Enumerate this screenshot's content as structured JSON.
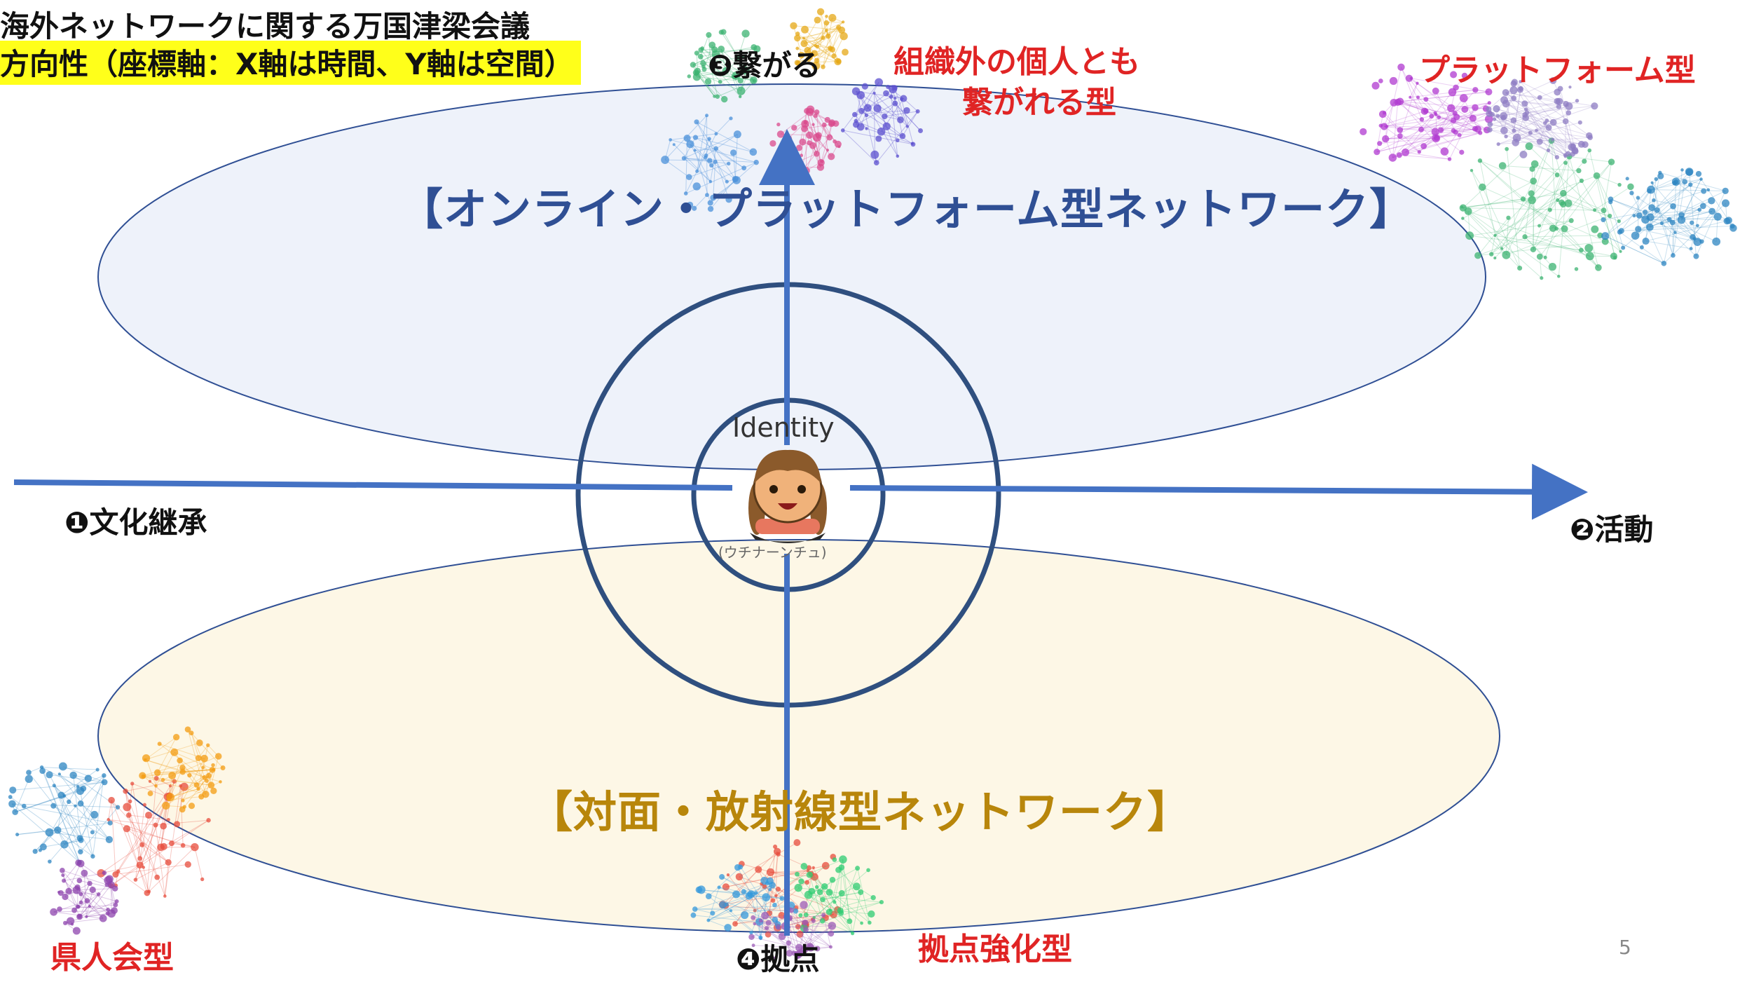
{
  "header": {
    "title": "海外ネットワークに関する万国津梁会議",
    "subtitle": "方向性（座標軸：X軸は時間、Y軸は空間）"
  },
  "axes": {
    "left": "❶文化継承",
    "right": "❷活動",
    "top": "❸繋がる",
    "bottom": "❹拠点"
  },
  "center": {
    "identity": "Identity",
    "person_caption": "(ウチナーンチュ)"
  },
  "zones": {
    "online": "【オンライン・プラットフォーム型ネットワーク】",
    "radial": "【対面・放射線型ネットワーク】"
  },
  "types": {
    "external_line1": "組織外の個人とも",
    "external_line2": "繋がれる型",
    "platform": "プラットフォーム型",
    "prefectural": "県人会型",
    "hub": "拠点強化型"
  },
  "page_number": "5",
  "colors": {
    "axis_blue": "#4472c4",
    "ring_navy": "#2f4f7f",
    "online_fill": "#eef2fa",
    "radial_fill": "#fdf7e6",
    "accent_red": "#e02424",
    "highlight": "#ffff1a"
  }
}
